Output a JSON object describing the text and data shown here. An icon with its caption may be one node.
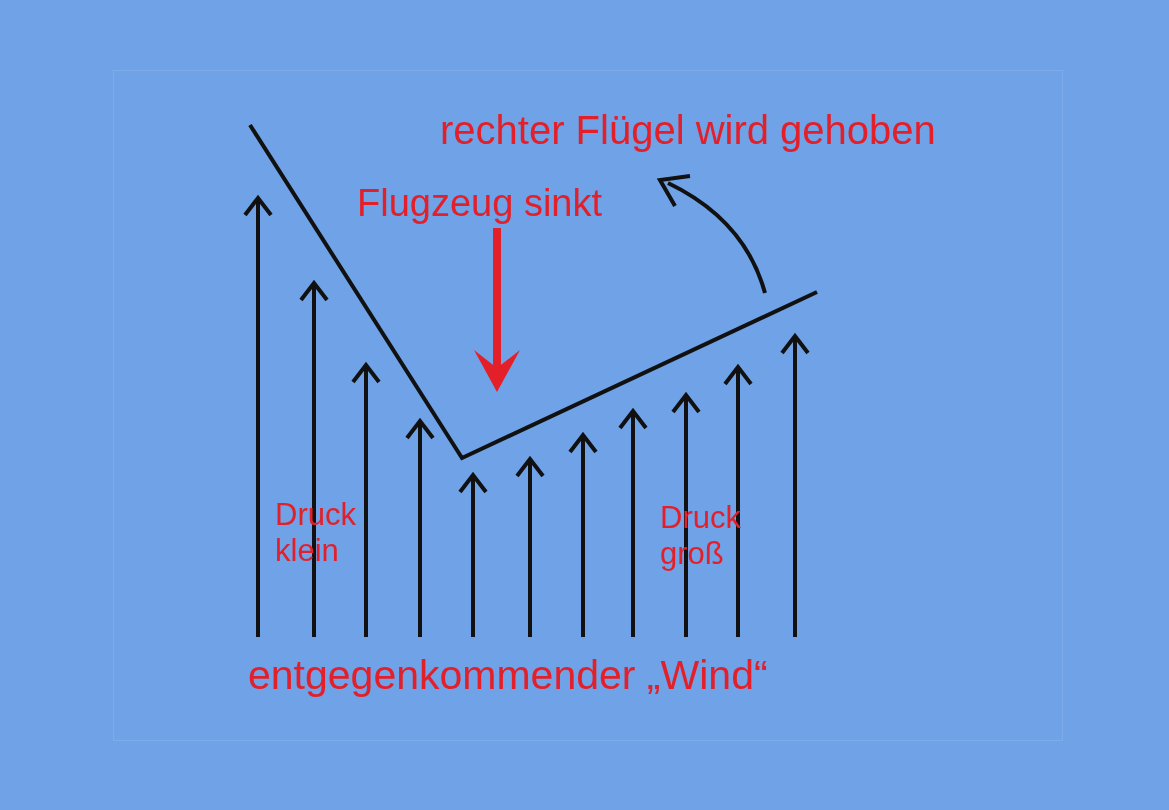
{
  "diagram": {
    "labels": [
      "rechter Flügel wird gehoben",
      "Flugzeug sinkt",
      "Druck klein",
      "Druck groß",
      "entgegenkommender „Wind“"
    ]
  }
}
